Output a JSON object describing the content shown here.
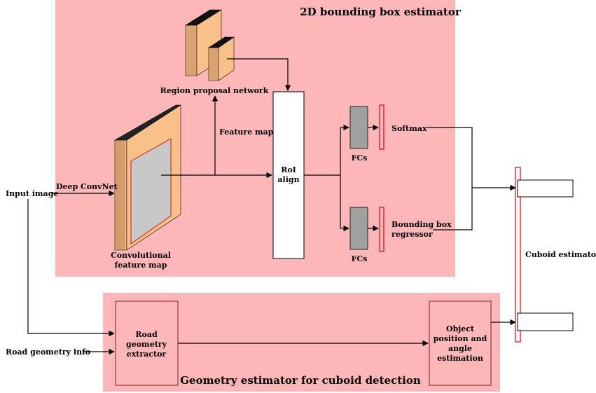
{
  "regions": {
    "bbox_estimator_title": "2D bounding box estimator",
    "geometry_estimator_title": "Geometry estimator for cuboid detection"
  },
  "labels": {
    "input_image": "Input image",
    "road_geometry_info": "Road geometry info",
    "deep_convnet": "Deep ConvNet",
    "region_proposal_network": "Region proposal network",
    "feature_map": "Feature map",
    "conv_feature_map_line1": "Convolutional",
    "conv_feature_map_line2": "feature map",
    "roi_align_line1": "RoI",
    "roi_align_line2": "align",
    "fcs_top": "FCs",
    "fcs_bottom": "FCs",
    "softmax": "Softmax",
    "bbox_regressor_line1": "Bounding box",
    "bbox_regressor_line2": "regressor",
    "cuboid_estimator": "Cuboid estimator",
    "road_geom_extractor_line1": "Road",
    "road_geom_extractor_line2": "geometry",
    "road_geom_extractor_line3": "extractor",
    "object_pos_line1": "Object",
    "object_pos_line2": "position and",
    "object_pos_line3": "angle",
    "object_pos_line4": "estimation"
  },
  "colors": {
    "region_fill": "#fdb7b9",
    "feature_orange": "#f9c08a",
    "feature_gray": "#c8c8c8",
    "fc_gray": "#a0a0a0",
    "accent_red": "#e0101a",
    "box_border": "#8b1a1a"
  }
}
